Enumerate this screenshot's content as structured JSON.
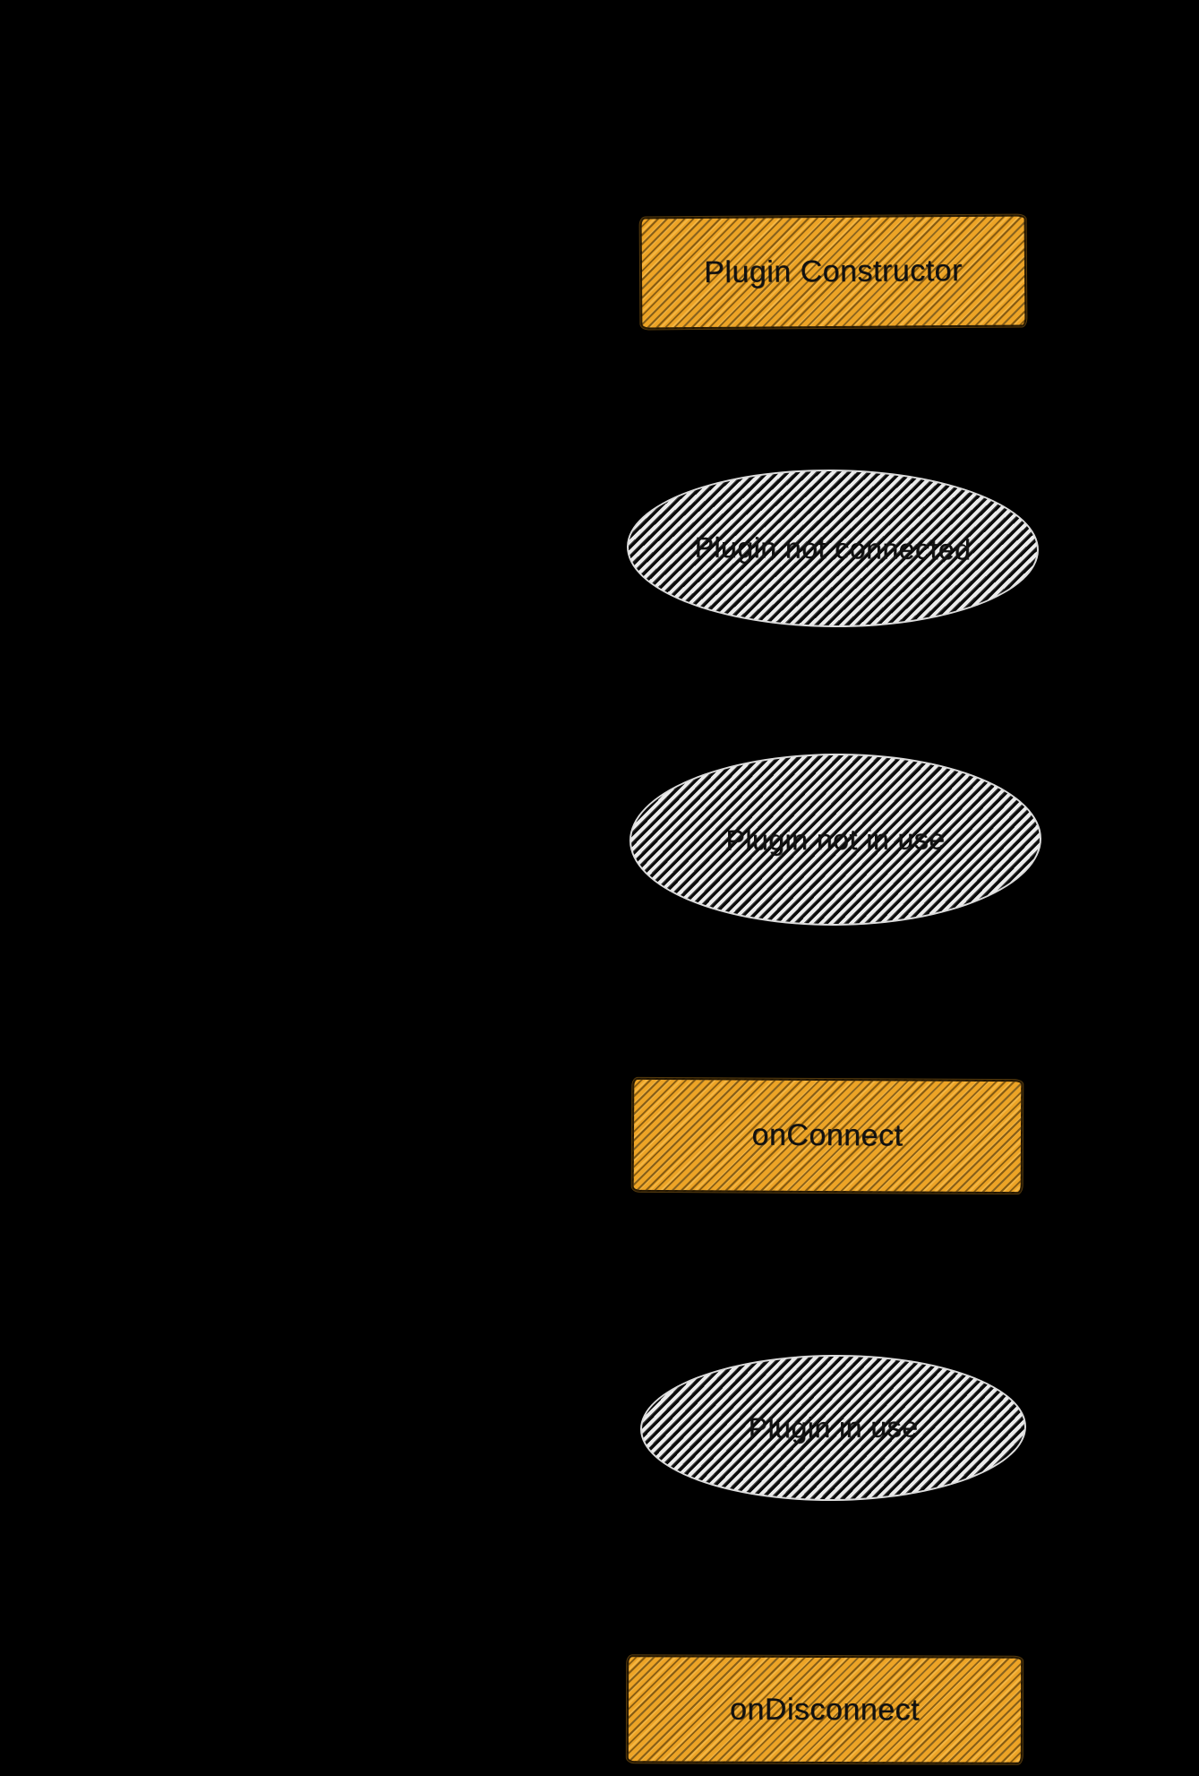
{
  "diagram": {
    "type": "state-flowchart",
    "style": "hand-drawn-hachure",
    "background_color": "#000000",
    "accent_yellow": "#eda426",
    "node_fill_white": "#ececec",
    "text_color": "#111111",
    "nodes": [
      {
        "id": "plugin-constructor",
        "label": "Plugin Constructor",
        "shape": "rectangle",
        "fill": "yellow"
      },
      {
        "id": "plugin-not-connected",
        "label": "Plugin not connected",
        "shape": "ellipse",
        "fill": "white"
      },
      {
        "id": "plugin-not-in-use",
        "label": "Plugin not in use",
        "shape": "ellipse",
        "fill": "white"
      },
      {
        "id": "on-connect",
        "label": "onConnect",
        "shape": "rectangle",
        "fill": "yellow"
      },
      {
        "id": "plugin-in-use",
        "label": "Plugin in use",
        "shape": "ellipse",
        "fill": "white"
      },
      {
        "id": "on-disconnect",
        "label": "onDisconnect",
        "shape": "rectangle",
        "fill": "yellow"
      }
    ]
  }
}
